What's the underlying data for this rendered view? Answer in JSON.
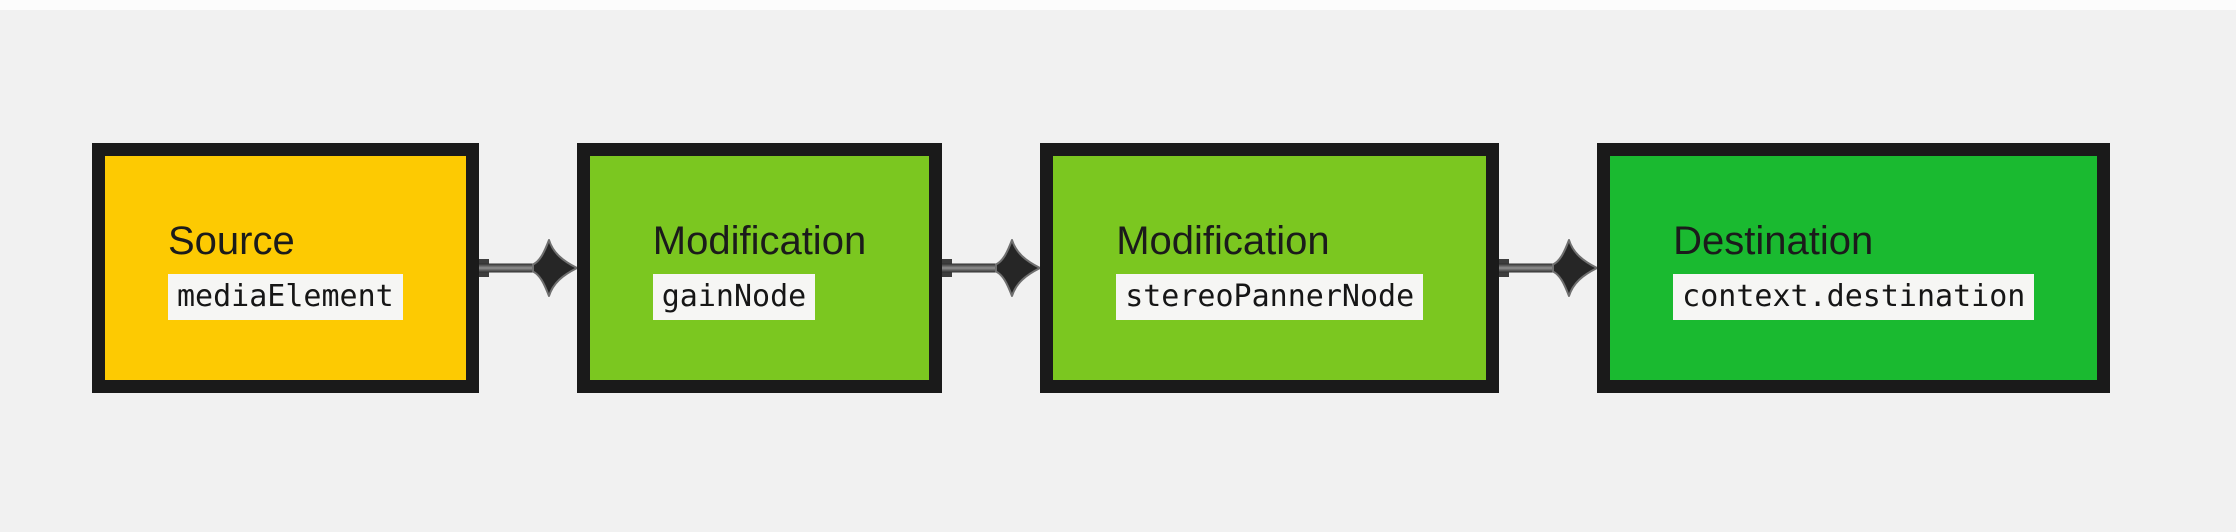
{
  "page": {
    "background_color": "#f1f1f1",
    "top_strip_color": "#fcfcfc"
  },
  "diagram": {
    "description": "audio-processing-graph-flow",
    "border_color": "#1a1a1a",
    "chip_background": "#f6f6f4",
    "arrow_fill": "#262626",
    "arrow_outline": "#6f6f6f",
    "nodes": [
      {
        "role": "Source",
        "code": "mediaElement",
        "color": "#fdca02"
      },
      {
        "role": "Modification",
        "code": "gainNode",
        "color": "#7bc720"
      },
      {
        "role": "Modification",
        "code": "stereoPannerNode",
        "color": "#7bc720"
      },
      {
        "role": "Destination",
        "code": "context.destination",
        "color": "#1aba30"
      }
    ]
  }
}
